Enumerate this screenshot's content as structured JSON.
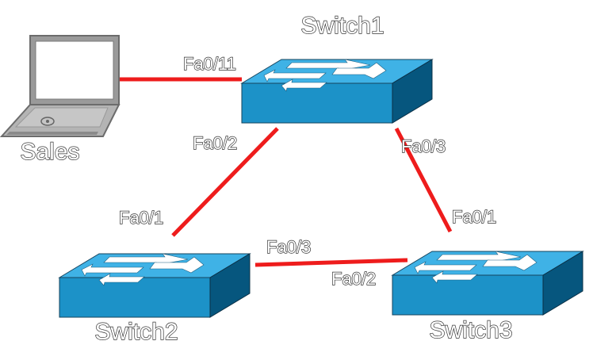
{
  "colors": {
    "link": "#ee1c1c",
    "switch_top": "#3fb2e6",
    "switch_front": "#1c92c8",
    "switch_side": "#06567e",
    "arrow": "#ffffff",
    "label_fill": "#ffffff",
    "label_outline": "#333333"
  },
  "devices": {
    "switch1": {
      "label": "Switch1",
      "icon": "switch-icon"
    },
    "switch2": {
      "label": "Switch2",
      "icon": "switch-icon"
    },
    "switch3": {
      "label": "Switch3",
      "icon": "switch-icon"
    },
    "sales": {
      "label": "Sales",
      "icon": "laptop-icon"
    }
  },
  "links": [
    {
      "from": "Sales",
      "to": "Switch1",
      "ports": [
        "Fa0/11"
      ]
    },
    {
      "from": "Switch1",
      "to": "Switch2",
      "ports": [
        "Fa0/2",
        "Fa0/1"
      ]
    },
    {
      "from": "Switch1",
      "to": "Switch3",
      "ports": [
        "Fa0/3",
        "Fa0/1"
      ]
    },
    {
      "from": "Switch2",
      "to": "Switch3",
      "ports": [
        "Fa0/3",
        "Fa0/2"
      ]
    }
  ]
}
